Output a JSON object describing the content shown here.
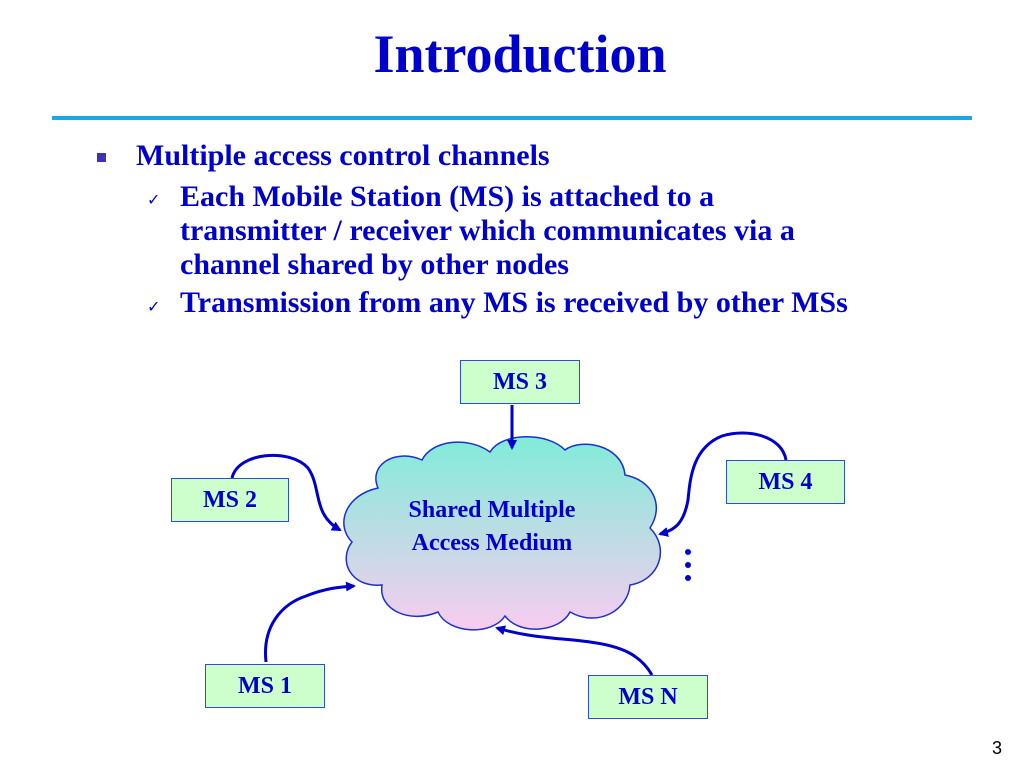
{
  "slide": {
    "title": "Introduction",
    "page_number": "3"
  },
  "bullets": {
    "level1": "Multiple access control channels",
    "level2": [
      {
        "lines": [
          "Each Mobile Station (MS) is attached to a",
          "transmitter / receiver which communicates via a",
          "channel shared by other nodes"
        ]
      },
      {
        "lines": [
          "Transmission from any MS is received by other MSs"
        ]
      }
    ]
  },
  "diagram": {
    "cloud": {
      "line1": "Shared Multiple",
      "line2": "Access Medium"
    },
    "stations": {
      "ms3": "MS 3",
      "ms2": "MS 2",
      "ms4": "MS 4",
      "ms1": "MS 1",
      "msn": "MS N"
    },
    "colors": {
      "box_fill": "#ccffcc",
      "cloud_top": "#80ecd8",
      "cloud_bottom": "#f8ccf0",
      "arrow": "#0000cc",
      "rule": "#1aa7e6"
    }
  }
}
